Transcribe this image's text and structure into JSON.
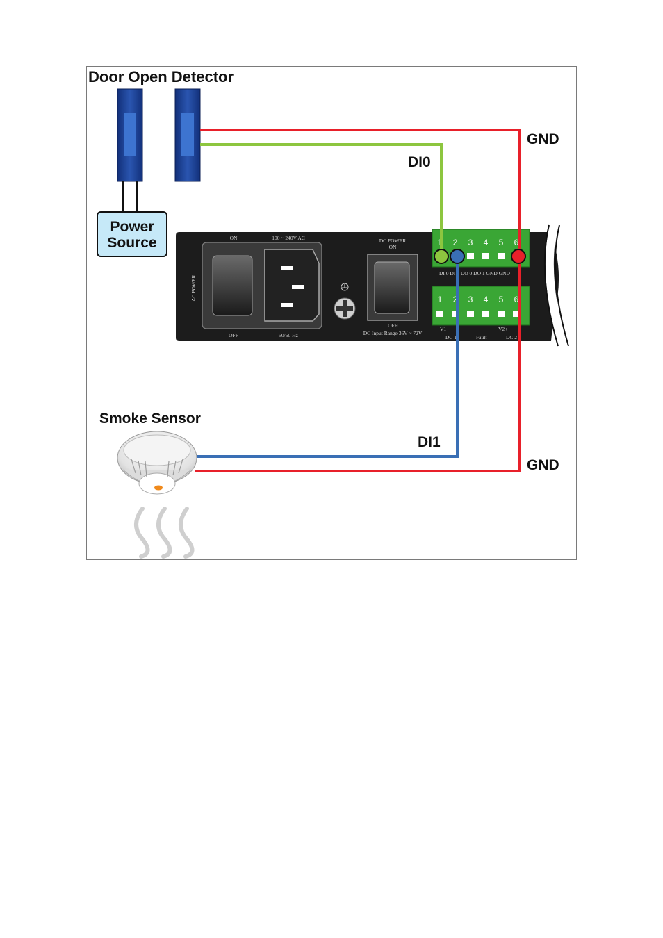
{
  "labels": {
    "door_detector": "Door Open Detector",
    "power_source_line1": "Power",
    "power_source_line2": "Source",
    "gnd_top": "GND",
    "di0": "DI0",
    "smoke_sensor": "Smoke Sensor",
    "di1": "DI1",
    "gnd_bottom": "GND"
  },
  "panel": {
    "on": "ON",
    "off": "OFF",
    "ac_rating": "100 ~ 240V AC",
    "ac_freq": "50/60 Hz",
    "ac_power": "AC POWER",
    "dc_power_line1": "DC POWER",
    "dc_power_line2": "ON",
    "dc_off": "OFF",
    "dc_input_range": "DC Input Range 36V ~ 72V",
    "top_terminal_numbers": [
      "1",
      "2",
      "3",
      "4",
      "5",
      "6"
    ],
    "top_terminal_labels": "DI 0   DI 1  DO 0  DO 1  GND  GND",
    "bottom_terminal_numbers": [
      "1",
      "2",
      "3",
      "4",
      "5",
      "6"
    ],
    "bottom_group_labels": [
      "V1+",
      "DC 1",
      "Fault",
      "V2+",
      "DC 2"
    ]
  },
  "colors": {
    "gnd_wire": "#e8202a",
    "di0_wire": "#8dc63f",
    "di1_wire": "#3a6fb5",
    "terminal_block": "#3aa635",
    "panel": "#1c1c1c",
    "detector": "#1e3f8f"
  }
}
